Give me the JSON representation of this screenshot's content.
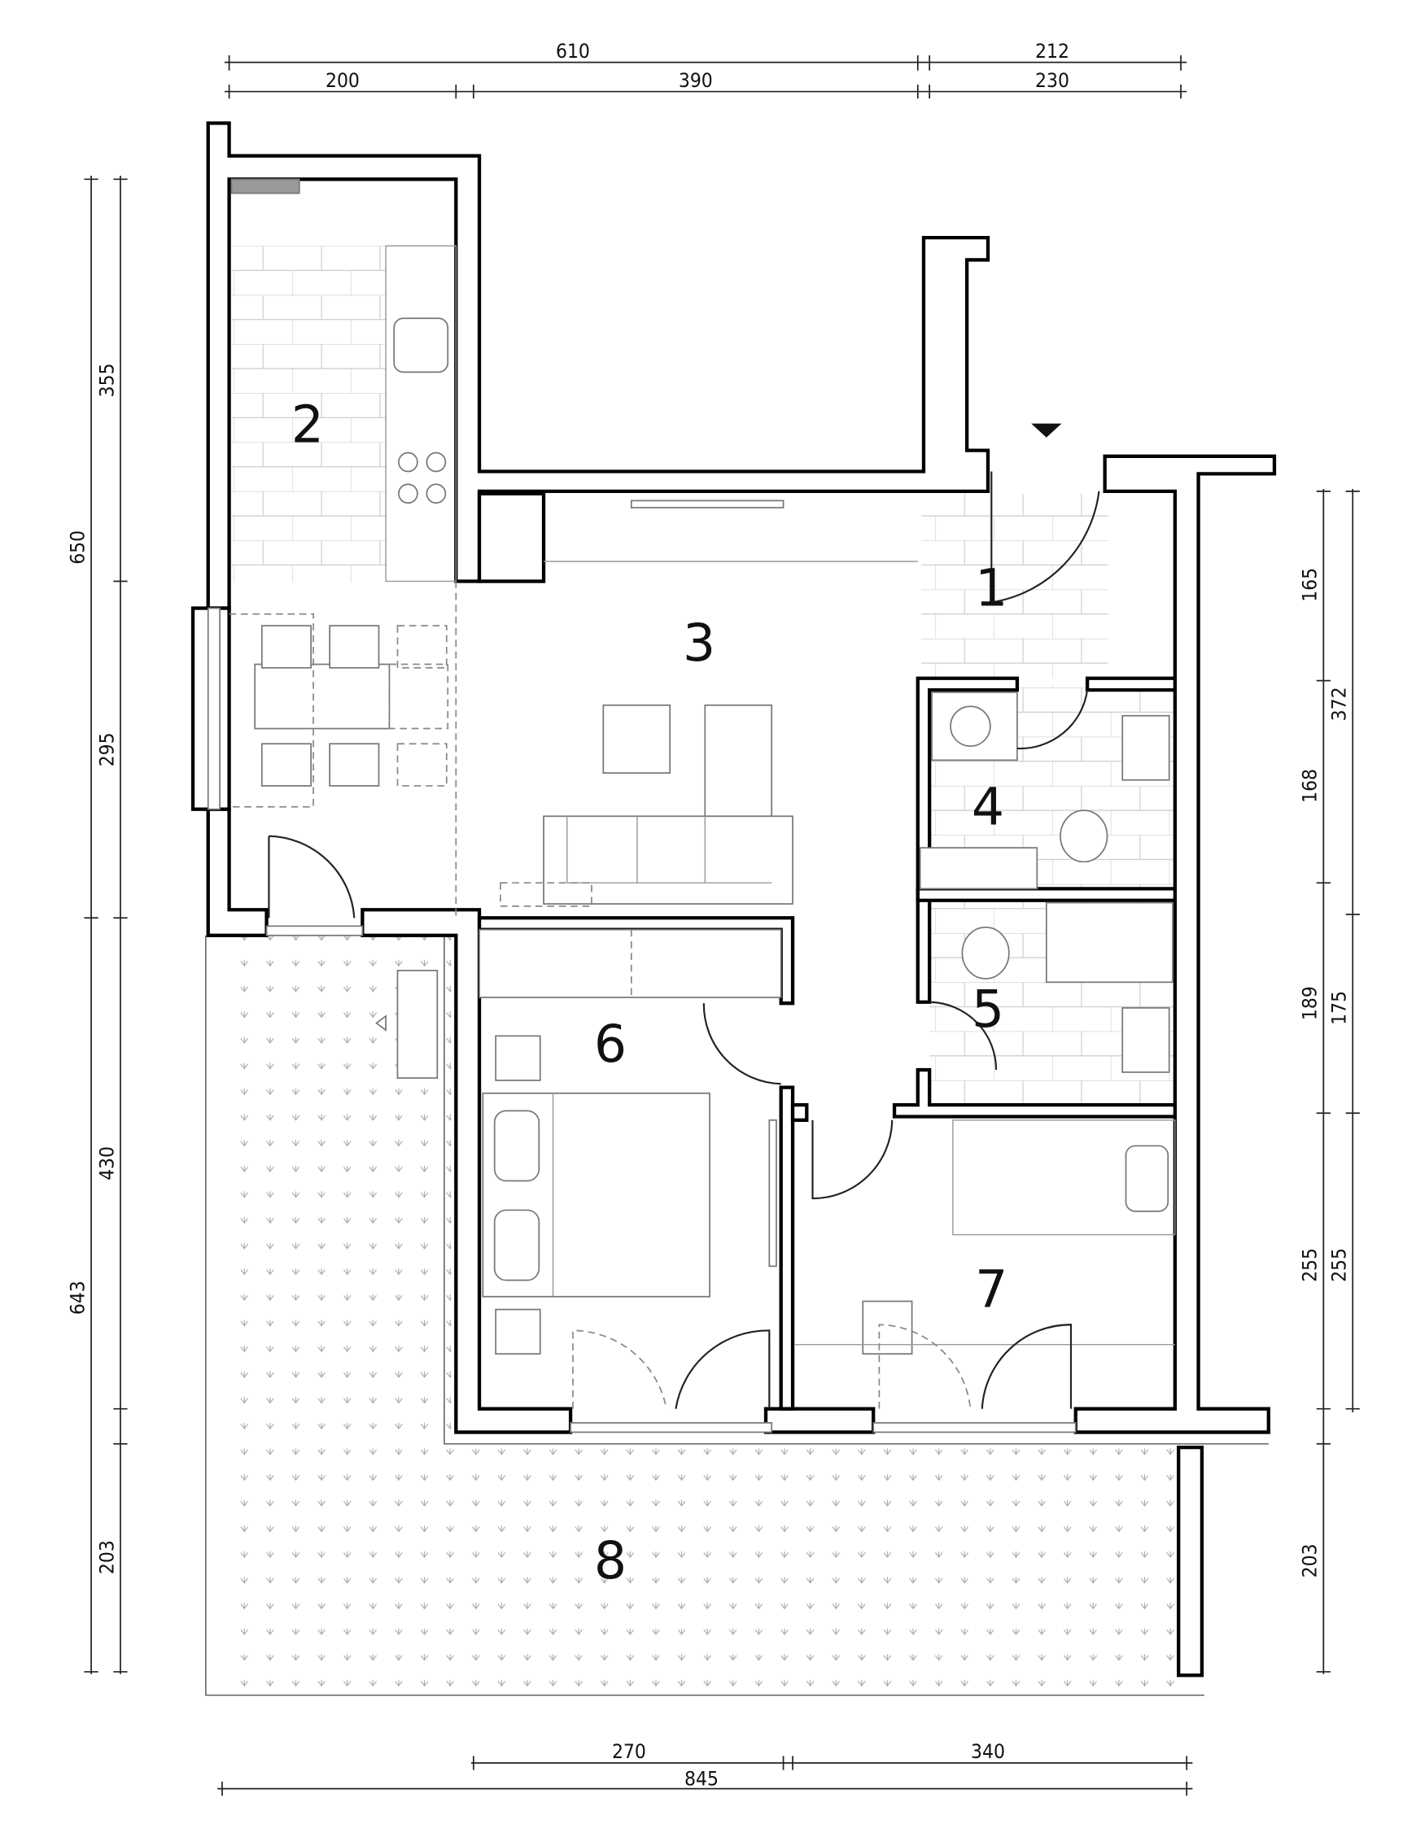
{
  "rooms": [
    "1",
    "2",
    "3",
    "4",
    "5",
    "6",
    "7",
    "8"
  ],
  "dimensions": {
    "top": {
      "row1": [
        "610",
        "212"
      ],
      "row2": [
        "200",
        "390",
        "230"
      ]
    },
    "left": {
      "outer": [
        "650",
        "643"
      ],
      "inner": [
        "355",
        "295",
        "430",
        "203"
      ]
    },
    "right": {
      "inner": [
        "165",
        "168",
        "189",
        "255",
        "203"
      ],
      "outer": [
        "372",
        "175",
        "255"
      ]
    },
    "bottom": {
      "row1": [
        "270",
        "340"
      ],
      "row2": [
        "845"
      ]
    }
  }
}
